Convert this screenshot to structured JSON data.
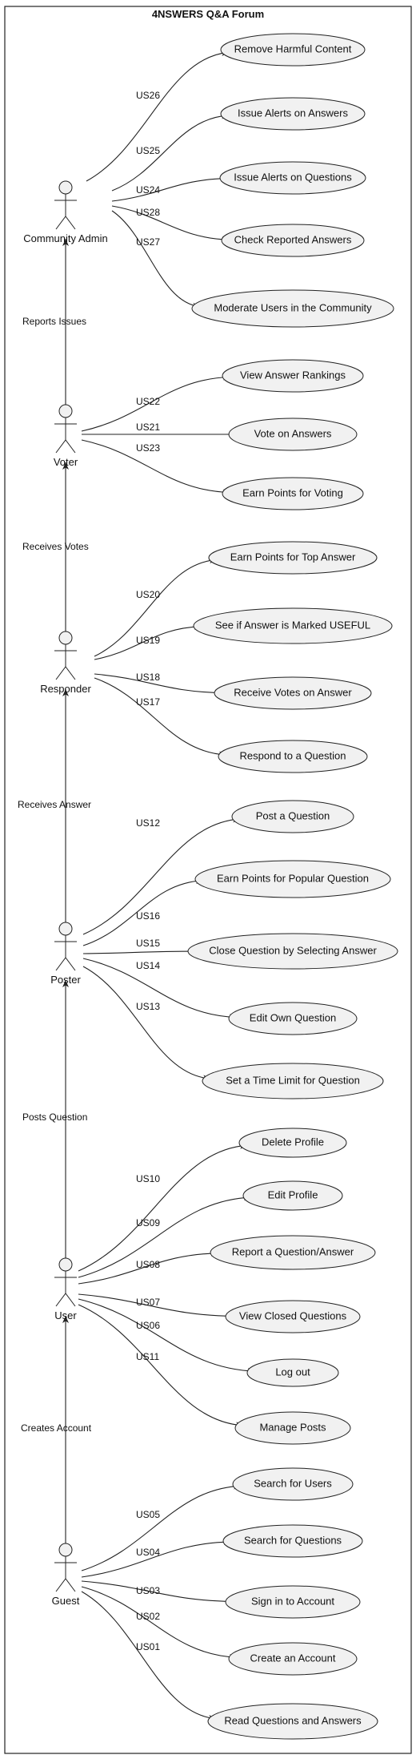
{
  "title": "4NSWERS Q&A Forum",
  "actors": [
    {
      "id": "admin",
      "label": "Community Admin"
    },
    {
      "id": "voter",
      "label": "Voter"
    },
    {
      "id": "responder",
      "label": "Responder"
    },
    {
      "id": "poster",
      "label": "Poster"
    },
    {
      "id": "user",
      "label": "User"
    },
    {
      "id": "guest",
      "label": "Guest"
    }
  ],
  "actor_links": [
    {
      "from": "voter",
      "to": "admin",
      "label": "Reports Issues"
    },
    {
      "from": "responder",
      "to": "voter",
      "label": "Receives Votes"
    },
    {
      "from": "poster",
      "to": "responder",
      "label": "Receives Answer"
    },
    {
      "from": "user",
      "to": "poster",
      "label": "Posts Question"
    },
    {
      "from": "guest",
      "to": "user",
      "label": "Creates Account"
    }
  ],
  "use_cases": [
    {
      "id": "US26",
      "actor": "admin",
      "label": "Remove Harmful Content"
    },
    {
      "id": "US25",
      "actor": "admin",
      "label": "Issue Alerts on Answers"
    },
    {
      "id": "US24",
      "actor": "admin",
      "label": "Issue Alerts on Questions"
    },
    {
      "id": "US28",
      "actor": "admin",
      "label": "Check Reported Answers"
    },
    {
      "id": "US27",
      "actor": "admin",
      "label": "Moderate Users in the Community"
    },
    {
      "id": "US22",
      "actor": "voter",
      "label": "View Answer Rankings"
    },
    {
      "id": "US21",
      "actor": "voter",
      "label": "Vote on Answers"
    },
    {
      "id": "US23",
      "actor": "voter",
      "label": "Earn Points for Voting"
    },
    {
      "id": "US20",
      "actor": "responder",
      "label": "Earn Points for Top Answer"
    },
    {
      "id": "US19",
      "actor": "responder",
      "label": "See if Answer is Marked USEFUL"
    },
    {
      "id": "US18",
      "actor": "responder",
      "label": "Receive Votes on Answer"
    },
    {
      "id": "US17",
      "actor": "responder",
      "label": "Respond to a Question"
    },
    {
      "id": "US12",
      "actor": "poster",
      "label": "Post a Question"
    },
    {
      "id": "US16",
      "actor": "poster",
      "label": "Earn Points for Popular Question"
    },
    {
      "id": "US15",
      "actor": "poster",
      "label": "Close Question by Selecting Answer"
    },
    {
      "id": "US14",
      "actor": "poster",
      "label": "Edit Own Question"
    },
    {
      "id": "US13",
      "actor": "poster",
      "label": "Set a Time Limit for Question"
    },
    {
      "id": "US10",
      "actor": "user",
      "label": "Delete Profile"
    },
    {
      "id": "US09",
      "actor": "user",
      "label": "Edit Profile"
    },
    {
      "id": "US08",
      "actor": "user",
      "label": "Report a Question/Answer"
    },
    {
      "id": "US07",
      "actor": "user",
      "label": "View Closed Questions"
    },
    {
      "id": "US06",
      "actor": "user",
      "label": "Log out"
    },
    {
      "id": "US11",
      "actor": "user",
      "label": "Manage Posts"
    },
    {
      "id": "US05",
      "actor": "guest",
      "label": "Search for Users"
    },
    {
      "id": "US04",
      "actor": "guest",
      "label": "Search for Questions"
    },
    {
      "id": "US03",
      "actor": "guest",
      "label": "Sign in to Account"
    },
    {
      "id": "US02",
      "actor": "guest",
      "label": "Create an Account"
    },
    {
      "id": "US01",
      "actor": "guest",
      "label": "Read Questions and Answers"
    }
  ]
}
